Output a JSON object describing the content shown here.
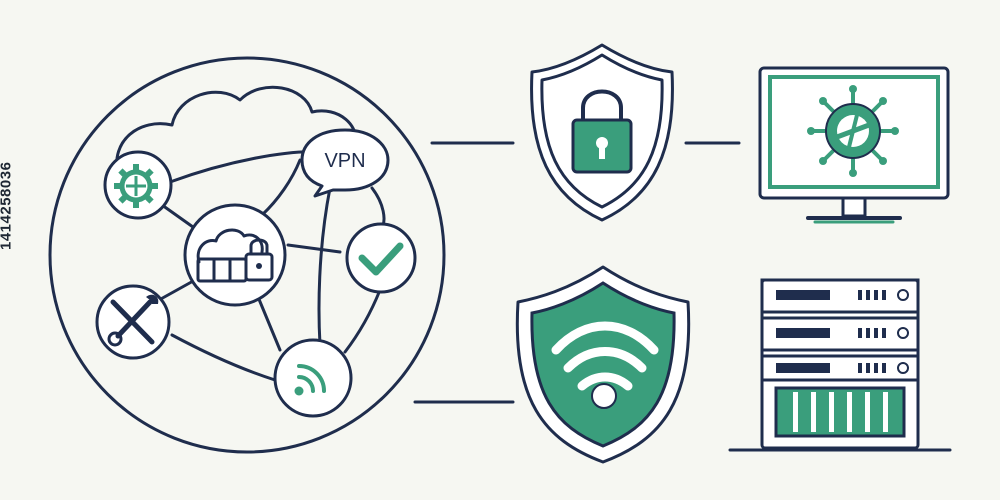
{
  "vpn_bubble": {
    "label": "VPN"
  },
  "stock_id": "1414258036",
  "colors": {
    "background": "#f6f7f2",
    "outline": "#1f2d4d",
    "accent_green": "#3a9e7c",
    "light_green": "#e6f3ec"
  },
  "icons": [
    "network-circle",
    "cloud-icon",
    "gear-icon",
    "vpn-bubble-icon",
    "checkmark-icon",
    "cloud-lock-icon",
    "tools-icon",
    "wifi-icon",
    "padlock-shield-icon",
    "wifi-shield-icon",
    "monitor-virus-icon",
    "server-rack-icon"
  ]
}
